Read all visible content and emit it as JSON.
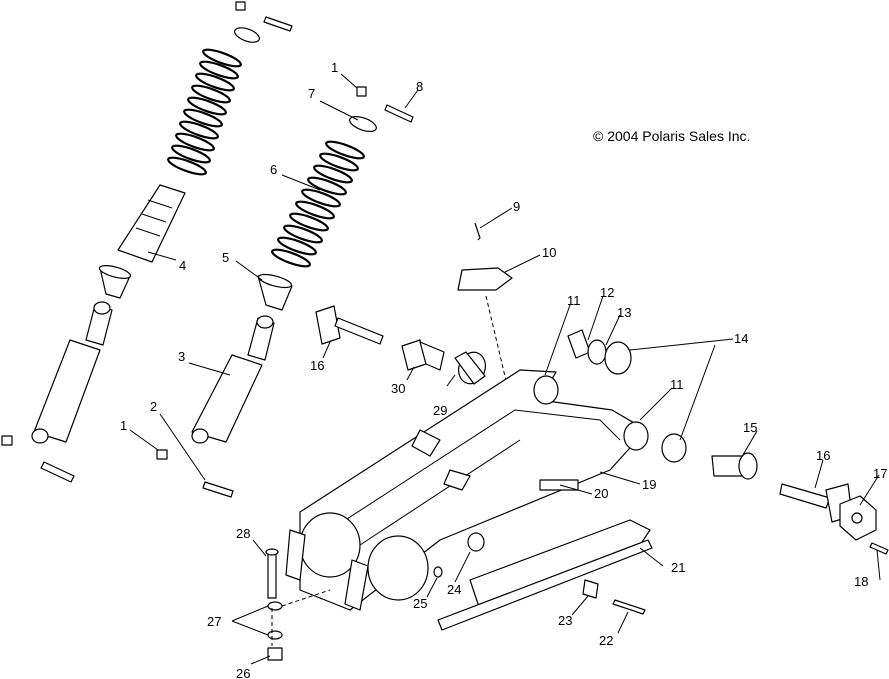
{
  "copyright": "© 2004 Polaris Sales Inc.",
  "callouts": [
    {
      "id": "c1a",
      "label": "1"
    },
    {
      "id": "c1b",
      "label": "1"
    },
    {
      "id": "c2",
      "label": "2"
    },
    {
      "id": "c3",
      "label": "3"
    },
    {
      "id": "c4",
      "label": "4"
    },
    {
      "id": "c5",
      "label": "5"
    },
    {
      "id": "c6",
      "label": "6"
    },
    {
      "id": "c7",
      "label": "7"
    },
    {
      "id": "c8",
      "label": "8"
    },
    {
      "id": "c9",
      "label": "9"
    },
    {
      "id": "c10",
      "label": "10"
    },
    {
      "id": "c11a",
      "label": "11"
    },
    {
      "id": "c11b",
      "label": "11"
    },
    {
      "id": "c12",
      "label": "12"
    },
    {
      "id": "c13",
      "label": "13"
    },
    {
      "id": "c14",
      "label": "14"
    },
    {
      "id": "c15",
      "label": "15"
    },
    {
      "id": "c16a",
      "label": "16"
    },
    {
      "id": "c16b",
      "label": "16"
    },
    {
      "id": "c17",
      "label": "17"
    },
    {
      "id": "c18",
      "label": "18"
    },
    {
      "id": "c19",
      "label": "19"
    },
    {
      "id": "c20",
      "label": "20"
    },
    {
      "id": "c21",
      "label": "21"
    },
    {
      "id": "c22",
      "label": "22"
    },
    {
      "id": "c23",
      "label": "23"
    },
    {
      "id": "c24",
      "label": "24"
    },
    {
      "id": "c25",
      "label": "25"
    },
    {
      "id": "c26",
      "label": "26"
    },
    {
      "id": "c27",
      "label": "27"
    },
    {
      "id": "c28",
      "label": "28"
    },
    {
      "id": "c29",
      "label": "29"
    },
    {
      "id": "c30",
      "label": "30"
    }
  ]
}
